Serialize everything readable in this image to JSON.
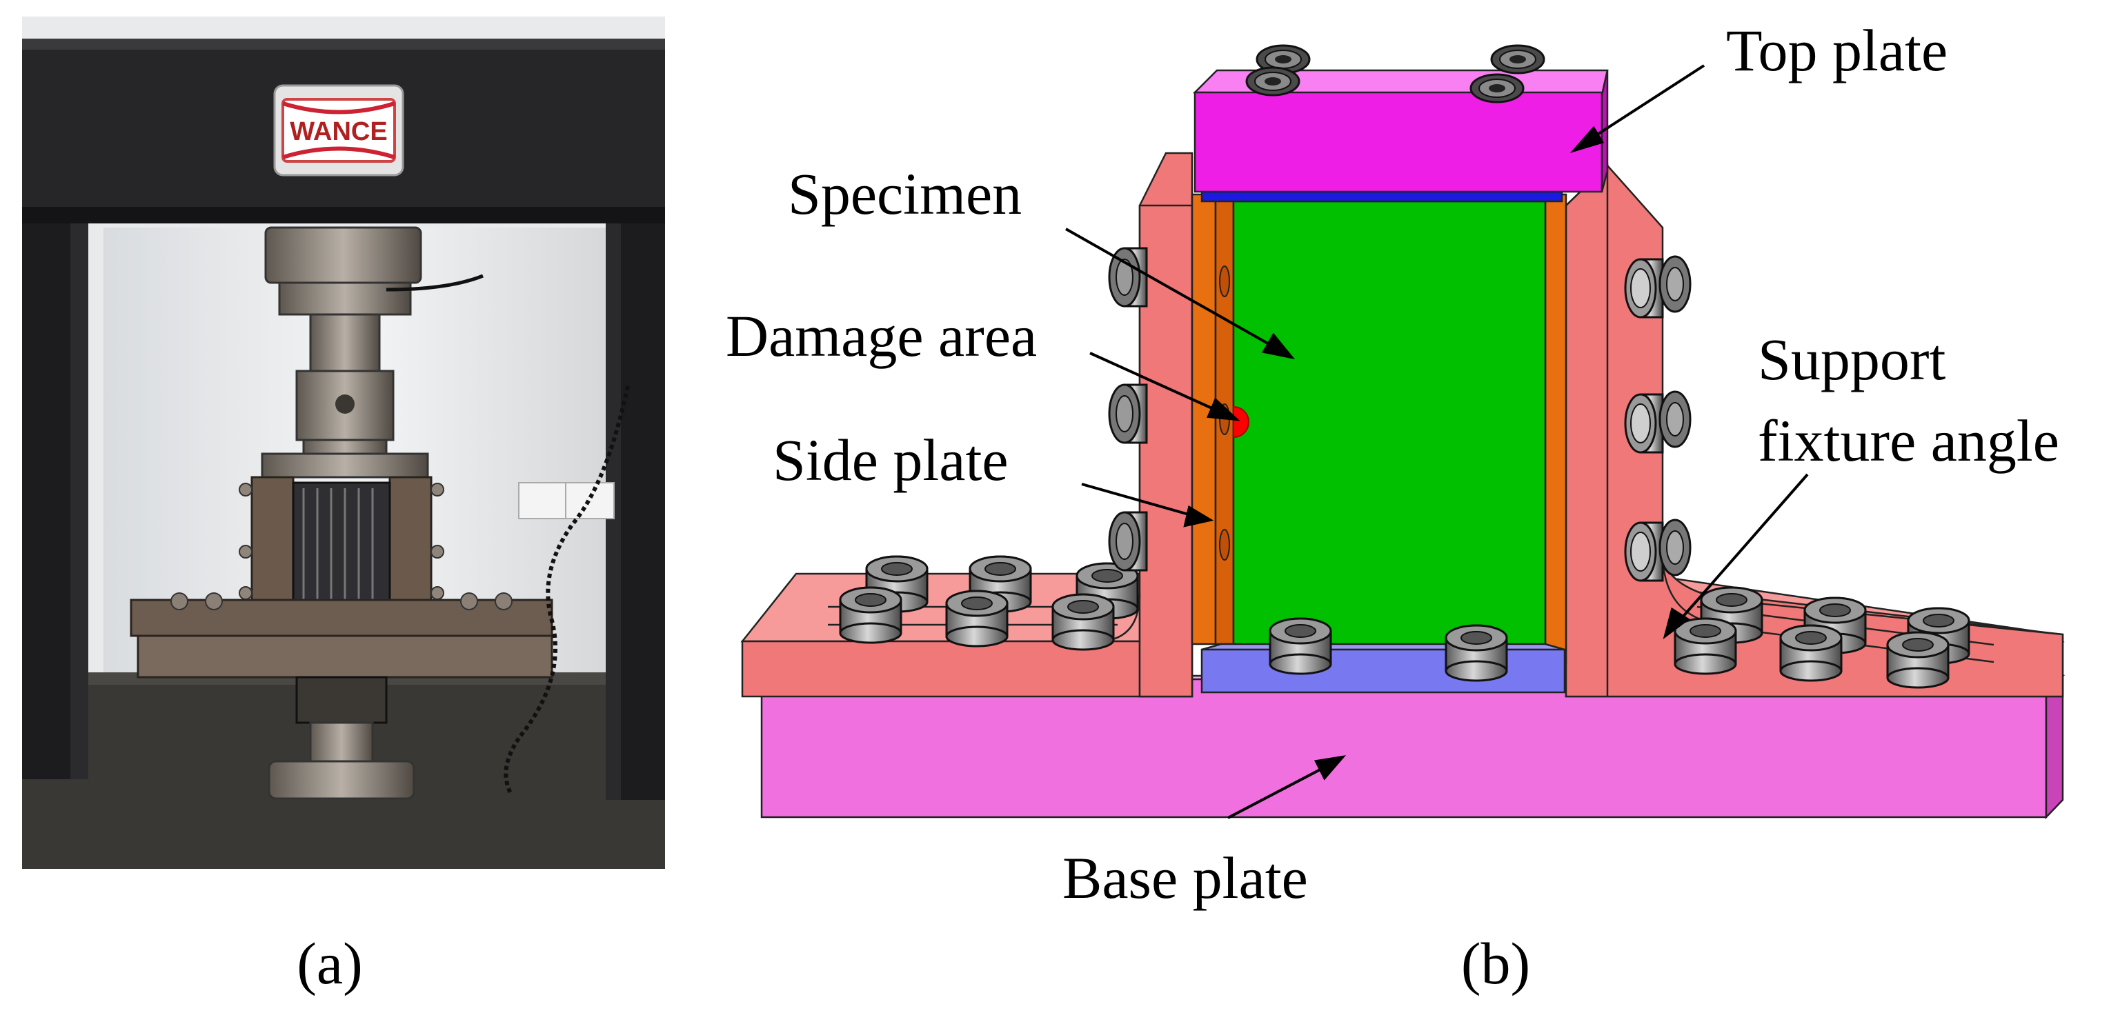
{
  "panel_a": {
    "caption": "(a)",
    "machine_logo": "WANCE"
  },
  "panel_b": {
    "caption": "(b)",
    "labels": {
      "top_plate": "Top plate",
      "specimen": "Specimen",
      "damage_area": "Damage area",
      "side_plate": "Side plate",
      "support_line1": "Support",
      "support_line2": "fixture angle",
      "base_plate": "Base plate"
    }
  },
  "colors": {
    "top_plate": "#ee1ee6",
    "specimen": "#00c000",
    "side_plate": "#e87010",
    "support_angle": "#f07878",
    "base_plate": "#f070e0",
    "spacer_top": "#1a1ae0",
    "spacer_bottom": "#7878f0",
    "damage": "#ff0000"
  }
}
